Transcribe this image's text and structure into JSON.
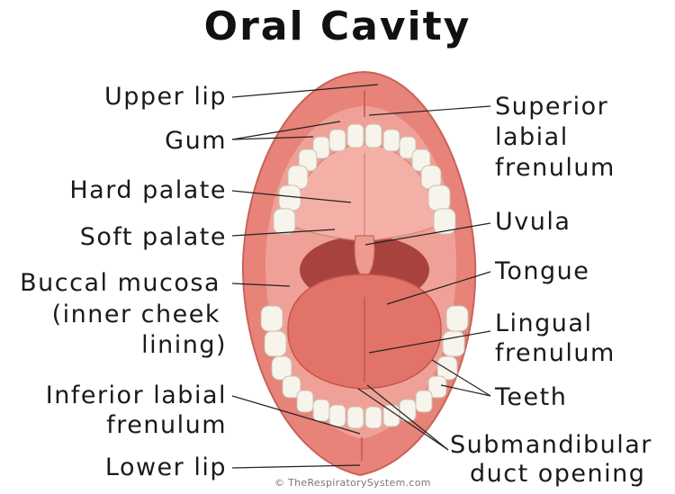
{
  "title": "Oral Cavity",
  "labels": {
    "upper_lip": "Upper lip",
    "gum": "Gum",
    "hard_palate": "Hard palate",
    "soft_palate": "Soft palate",
    "buccal_1": "Buccal mucosa",
    "buccal_2": "(inner cheek",
    "buccal_3": "lining)",
    "inf_frenulum_1": "Inferior labial",
    "inf_frenulum_2": "frenulum",
    "lower_lip": "Lower lip",
    "sup_frenulum_1": "Superior",
    "sup_frenulum_2": "labial",
    "sup_frenulum_3": "frenulum",
    "uvula": "Uvula",
    "tongue": "Tongue",
    "lingual_1": "Lingual",
    "lingual_2": "frenulum",
    "teeth": "Teeth",
    "submandibular_1": "Submandibular",
    "submandibular_2": "duct opening"
  },
  "copyright": "© TheRespiratorySystem.com",
  "colors": {
    "lip": "#e8837a",
    "mucosa": "#f0a197",
    "palate": "#f4b0a6",
    "throat": "#a8423f",
    "tongue": "#e27368",
    "teeth": "#f7f4ec",
    "leader": "#222222"
  }
}
